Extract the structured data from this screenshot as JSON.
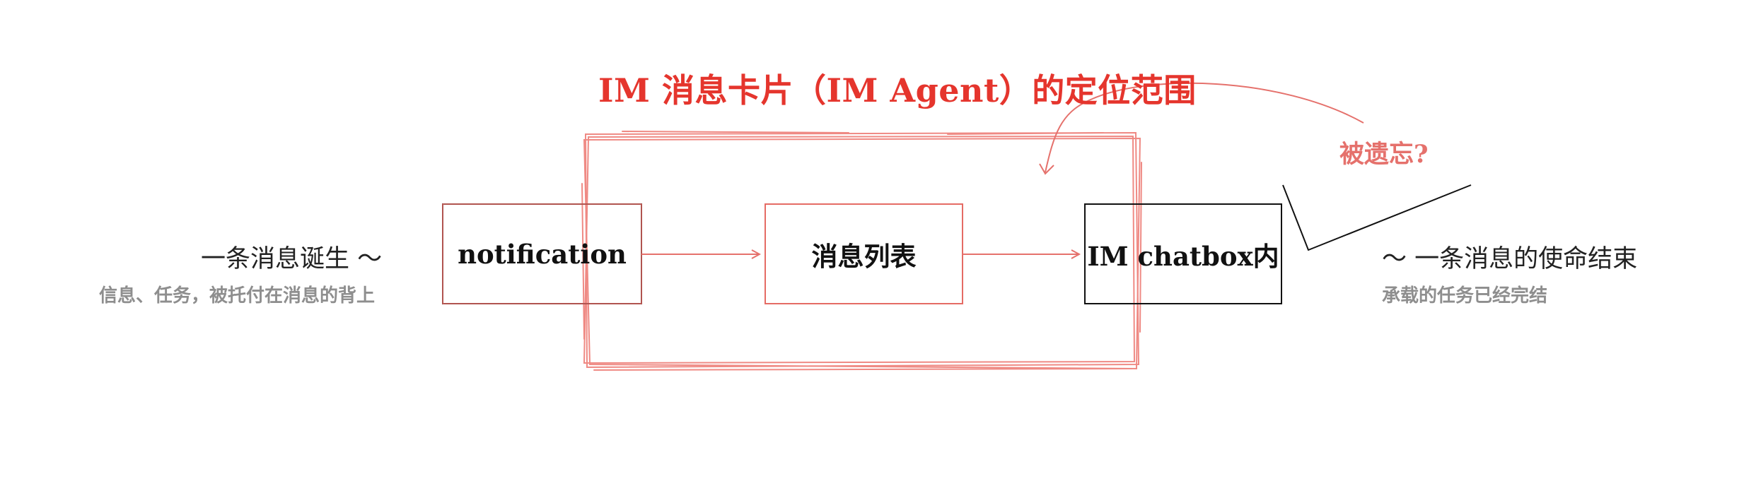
{
  "title": "IM 消息卡片（IM Agent）的定位范围",
  "left_note": {
    "main": "一条消息诞生 ～",
    "sub": "信息、任务，被托付在消息的背上"
  },
  "boxes": [
    {
      "label": "notification"
    },
    {
      "label": "消息列表"
    },
    {
      "label": "IM chatbox内"
    }
  ],
  "right_note": {
    "main": "～ 一条消息的使命结束",
    "sub": "承载的任务已经完结"
  },
  "annotation": "被遗忘?",
  "colors": {
    "accent_red": "#e5352d",
    "soft_red": "#e5716c",
    "box_red_border": "#e56b64",
    "black_border": "#111111",
    "gray_text": "#8e8e8e"
  }
}
